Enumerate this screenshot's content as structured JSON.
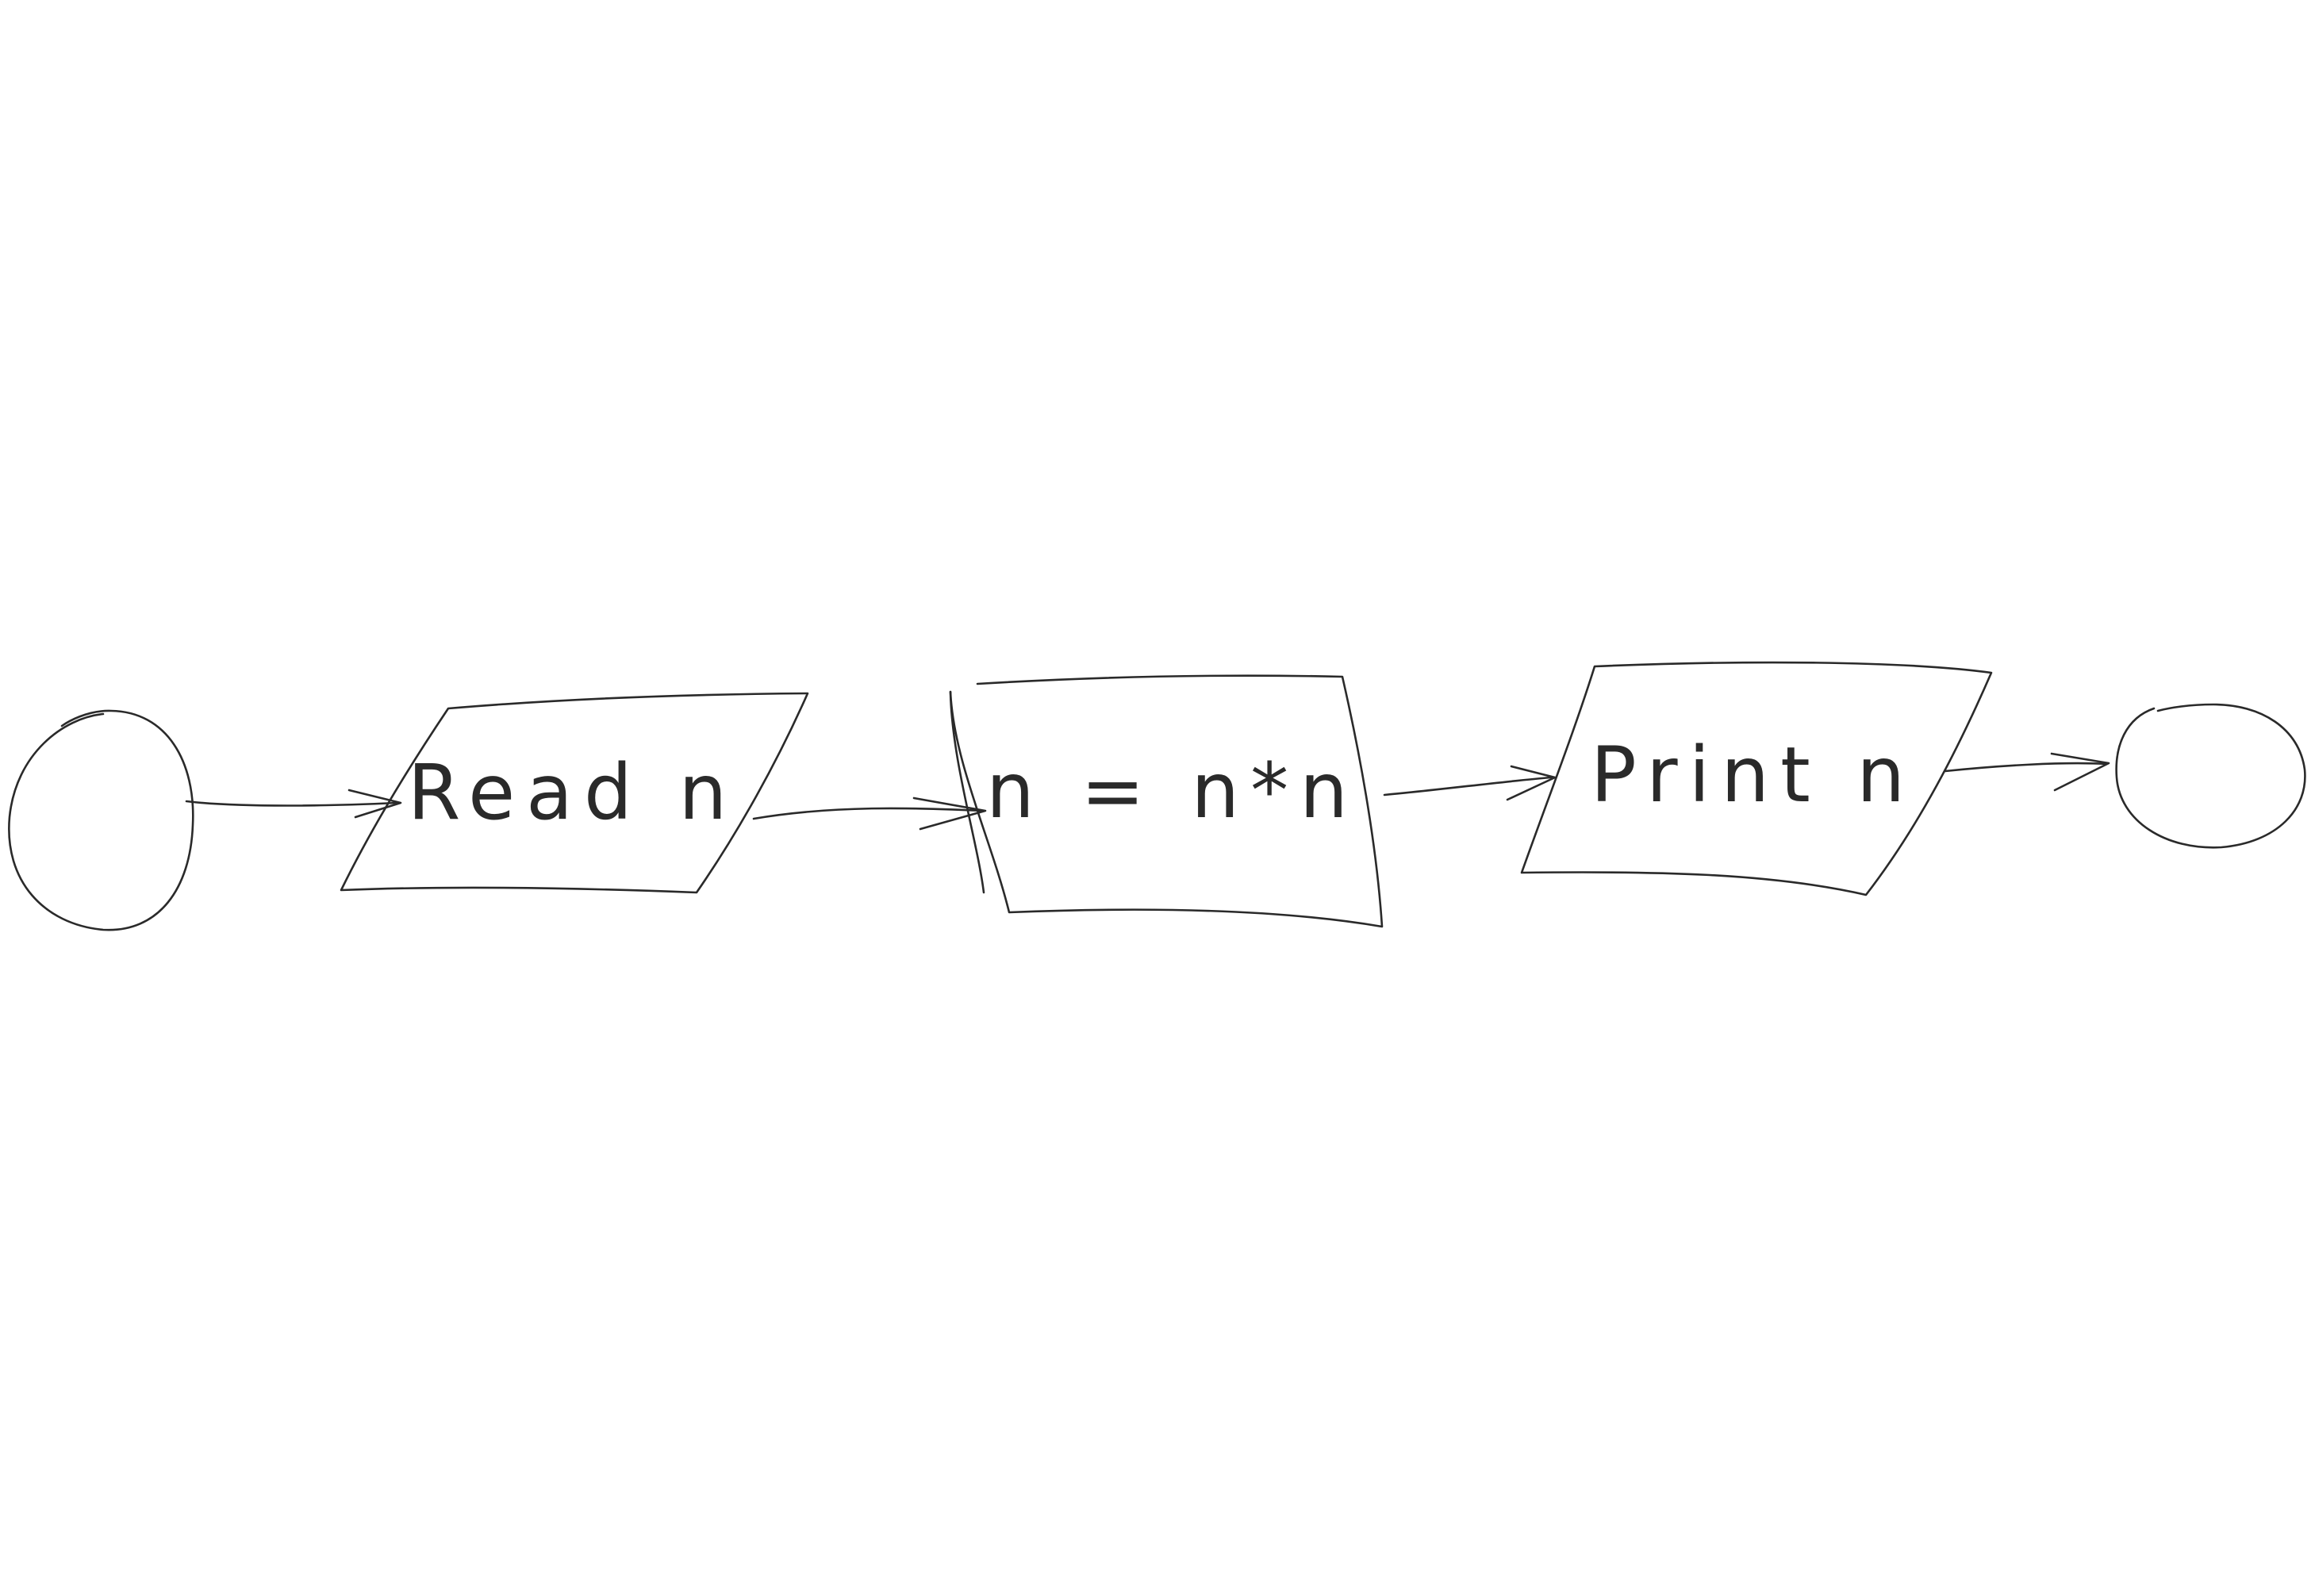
{
  "diagram": {
    "nodes": [
      {
        "id": "start",
        "shape": "circle",
        "label": ""
      },
      {
        "id": "read",
        "shape": "parallelogram",
        "label": "Read n"
      },
      {
        "id": "compute",
        "shape": "rectangle",
        "label": "n = n*n"
      },
      {
        "id": "print",
        "shape": "parallelogram",
        "label": "Print n"
      },
      {
        "id": "end",
        "shape": "circle",
        "label": ""
      }
    ],
    "edges": [
      {
        "from": "start",
        "to": "read"
      },
      {
        "from": "read",
        "to": "compute"
      },
      {
        "from": "compute",
        "to": "print"
      },
      {
        "from": "print",
        "to": "end"
      }
    ],
    "colors": {
      "ink": "#2a2a2a",
      "background": "#ffffff"
    }
  }
}
